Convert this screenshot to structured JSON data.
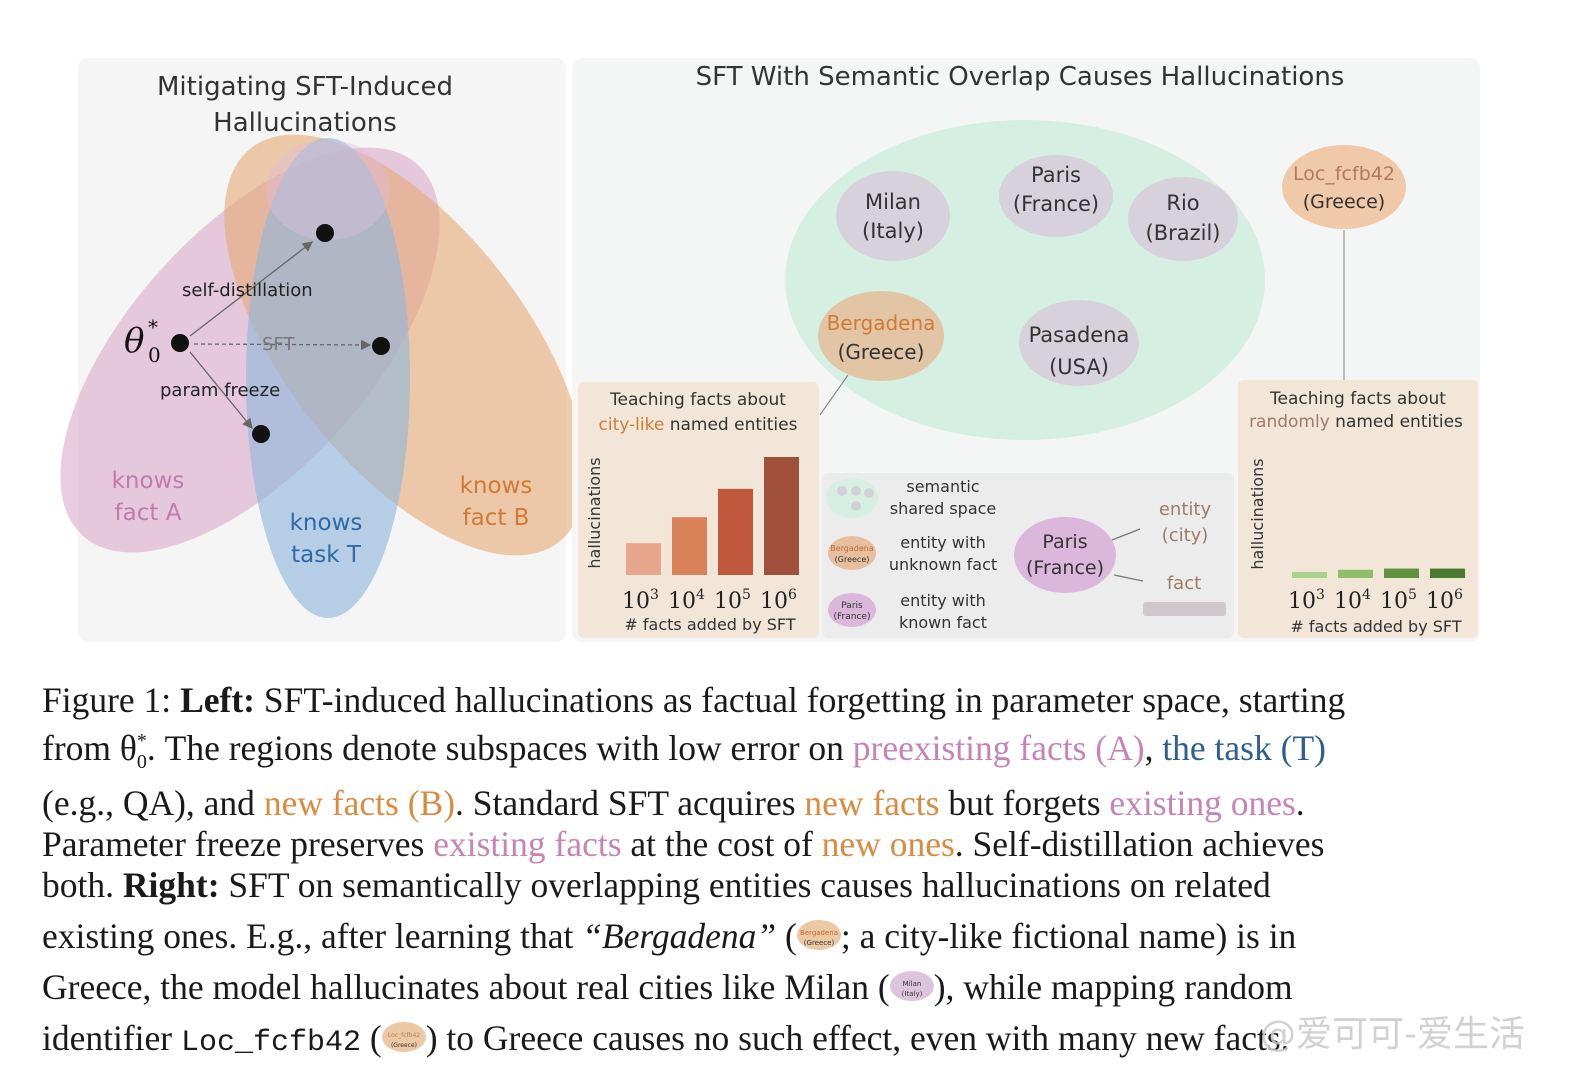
{
  "left_panel": {
    "title_line1": "Mitigating SFT-Induced",
    "title_line2": "Hallucinations",
    "theta_label": "θ",
    "theta_sub": "0",
    "theta_sup": "*",
    "arrow_self_distillation": "self-distillation",
    "arrow_sft": "SFT",
    "arrow_param_freeze": "param freeze",
    "region_a_line1": "knows",
    "region_a_line2": "fact A",
    "region_t_line1": "knows",
    "region_t_line2": "task T",
    "region_b_line1": "knows",
    "region_b_line2": "fact B",
    "colors": {
      "pink": "#d9a3c6",
      "blue": "#8fb6dc",
      "orange": "#e6a975"
    }
  },
  "right_panel": {
    "title": "SFT With Semantic Overlap Causes Hallucinations",
    "entities": {
      "milan": {
        "name": "Milan",
        "country": "(Italy)"
      },
      "paris": {
        "name": "Paris",
        "country": "(France)"
      },
      "rio": {
        "name": "Rio",
        "country": "(Brazil)"
      },
      "bergadena": {
        "name": "Bergadena",
        "country": "(Greece)"
      },
      "pasadena": {
        "name": "Pasadena",
        "country": "(USA)"
      },
      "loc": {
        "name": "Loc_fcfb42",
        "country": "(Greece)"
      }
    },
    "chart_left": {
      "title_line1": "Teaching facts about",
      "title_line2_highlight": "city-like",
      "title_line2_rest": " named entities",
      "ylabel": "hallucinations",
      "xlabel": "# facts added by SFT",
      "tick_base": "10",
      "tick_exps": [
        "3",
        "4",
        "5",
        "6"
      ]
    },
    "chart_right": {
      "title_line1": "Teaching facts about",
      "title_line2_highlight": "randomly",
      "title_line2_rest": " named entities",
      "ylabel": "hallucinations",
      "xlabel": "# facts added by SFT",
      "tick_base": "10",
      "tick_exps": [
        "3",
        "4",
        "5",
        "6"
      ]
    },
    "legend": {
      "semantic_line1": "semantic",
      "semantic_line2": "shared space",
      "unknown_line1": "entity with",
      "unknown_line2": "unknown fact",
      "known_line1": "entity with",
      "known_line2": "known fact",
      "chip_unknown_name": "Bergadena",
      "chip_unknown_country": "(Greece)",
      "chip_known_name": "Paris",
      "chip_known_country": "(France)",
      "example_name": "Paris",
      "example_country": "(France)",
      "entity_city_line1": "entity",
      "entity_city_line2": "(city)",
      "fact_label": "fact"
    }
  },
  "chart_data": [
    {
      "type": "bar",
      "title": "Teaching facts about city-like named entities",
      "xlabel": "# facts added by SFT",
      "ylabel": "hallucinations",
      "categories": [
        "10^3",
        "10^4",
        "10^5",
        "10^6"
      ],
      "values": [
        0.27,
        0.49,
        0.73,
        1.0
      ],
      "colors": [
        "#e8a78c",
        "#d9825a",
        "#c1583d",
        "#a04f3a"
      ]
    },
    {
      "type": "bar",
      "title": "Teaching facts about randomly named entities",
      "xlabel": "# facts added by SFT",
      "ylabel": "hallucinations",
      "categories": [
        "10^3",
        "10^4",
        "10^5",
        "10^6"
      ],
      "values": [
        0.05,
        0.07,
        0.08,
        0.08
      ],
      "colors": [
        "#a9d38a",
        "#8fbe6a",
        "#5f913e",
        "#4a7a30"
      ]
    }
  ],
  "caption": {
    "line1_a": "Figure 1: ",
    "line1_b": "Left:",
    "line1_c": " SFT-induced hallucinations as factual forgetting in parameter space, starting",
    "line2_a": "from θ",
    "line2_sup": "*",
    "line2_sub": "0",
    "line2_b": ". The regions denote subspaces with low error on ",
    "line2_pink": "preexisting facts (A)",
    "line2_c": ", ",
    "line2_blue": "the task (T)",
    "line3_a": "(e.g., QA), and ",
    "line3_orange": "new facts (B)",
    "line3_b": ". Standard SFT acquires ",
    "line3_orange2": "new facts",
    "line3_c": " but forgets ",
    "line3_pink": "existing ones",
    "line3_d": ".",
    "line4_a": "Parameter freeze preserves ",
    "line4_pink": "existing facts",
    "line4_b": " at the cost of ",
    "line4_orange": "new ones",
    "line4_c": ". Self-distillation achieves",
    "line5_a": "both. ",
    "line5_b": "Right:",
    "line5_c": " SFT on semantically overlapping entities causes hallucinations on related",
    "line6_a": "existing ones. E.g., after learning that ",
    "line6_ital": "“Bergadena”",
    "line6_b": " (",
    "line6_c": "; a city-like fictional name) is in",
    "line7_a": "Greece, the model hallucinates about real cities like Milan (",
    "line7_b": "), while mapping random",
    "line8_a": "identifier ",
    "line8_mono": "Loc_fcfb42",
    "line8_b": " (",
    "line8_c": ") to Greece causes no such effect, even with many new facts.",
    "chip_bergadena_name": "Bergadena",
    "chip_bergadena_country": "(Greece)",
    "chip_milan_name": "Milan",
    "chip_milan_country": "(Italy)",
    "chip_loc_name": "Loc_fcfb42",
    "chip_loc_country": "(Greece)"
  },
  "watermark": "@爱可可-爱生活"
}
